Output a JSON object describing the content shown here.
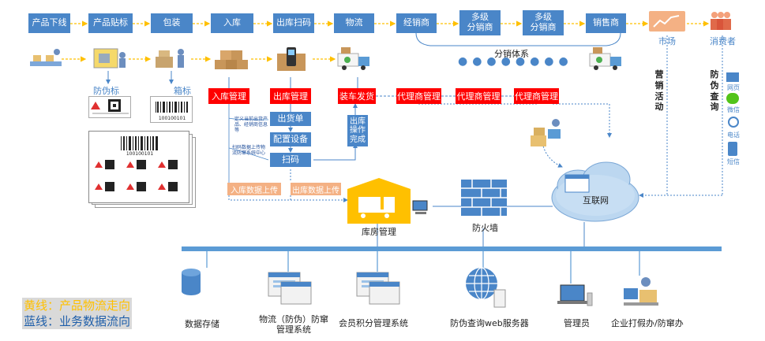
{
  "top_flow": [
    "产品下线",
    "产品贴标",
    "包装",
    "入库",
    "出库扫码",
    "物流",
    "经销商",
    "多级\n分销商",
    "多级\n分销商",
    "销售商"
  ],
  "market_label": "市场",
  "consumer_label": "消费者",
  "distribution_system": "分销体系",
  "anti_fake_label": "防伪标",
  "box_label": "箱标",
  "barcode_number": "100100101",
  "red_boxes": [
    "入库管理",
    "出库管理",
    "装车发货",
    "代理商管理",
    "代理商管理",
    "代理商管理"
  ],
  "sub_boxes": [
    "出货单",
    "配置设备",
    "扫码"
  ],
  "ship_done": "出库\n操作\n完成",
  "notes": {
    "note1": "定义当前出货产品、经销商信息等",
    "note2": "扫码数据上传物流防窜系统中心"
  },
  "uploads": [
    "入库数据上传",
    "出库数据上传"
  ],
  "marketing": "营销活动",
  "anti_query": "防伪查询",
  "query_channels": [
    "网页",
    "微信",
    "电话",
    "短信"
  ],
  "warehouse": "库房管理",
  "firewall": "防火墙",
  "internet": "互联网",
  "bottom_nodes": [
    "数据存储",
    "物流（防伪）防窜\n管理系统",
    "会员积分管理系统",
    "防伪查询web服务器",
    "管理员",
    "企业打假办/防窜办"
  ],
  "legend": {
    "yellow": "黄线：产品物流走向",
    "blue": "蓝线：业务数据流向"
  },
  "colors": {
    "blue": "#4a86c8",
    "red": "#ff0000",
    "yellow": "#ffc000",
    "peach": "#f4b184",
    "bus": "#5b9bd5"
  }
}
